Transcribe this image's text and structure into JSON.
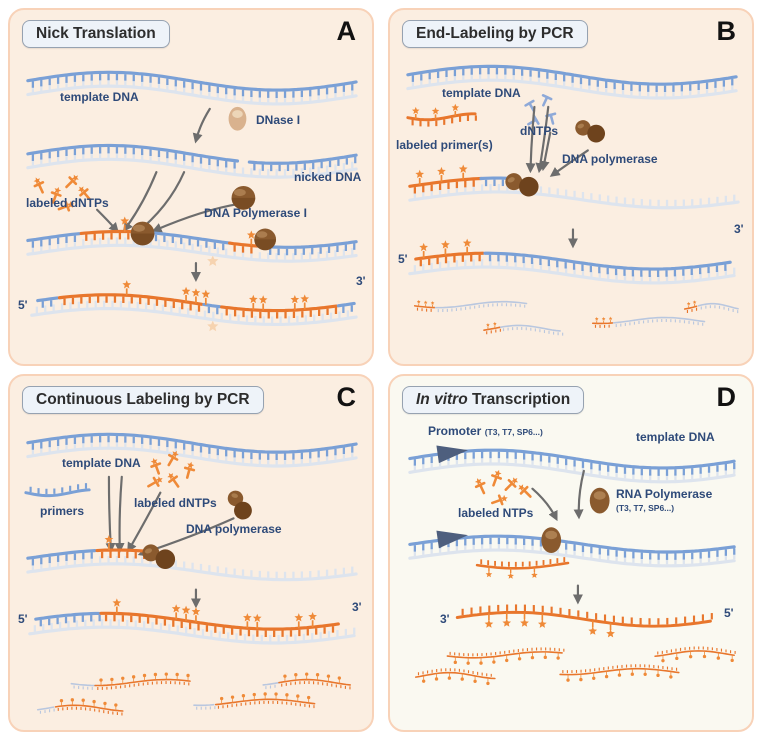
{
  "palette": {
    "strand_blue": "#7aa0d6",
    "strand_light": "#dde4ee",
    "fragment_blue": "#b9c7df",
    "label_orange": "#e8762c",
    "star_orange": "#ef8a38",
    "ghost_orange": "#f6d3b0",
    "dntp_blue": "#8ea9d8",
    "enzyme_brown": "#8a5a2e",
    "enzyme_brown_dark": "#6e431d",
    "enzyme_brown_light": "#b08455",
    "dnase_tan": "#d9b28e",
    "dnase_tan_light": "#eed9bd",
    "arrow_gray": "#6d6d6d",
    "promoter_slate": "#4e5f7e",
    "text_navy": "#2e4a79",
    "panel_bg": "#fbeee1",
    "panel_bg_d": "#faf9f1",
    "panel_border": "#f8d2b8",
    "title_bg": "#eef3f9",
    "title_border": "#96a2b1"
  },
  "icons": {
    "dnase-icon": {
      "shape": "egg-blob",
      "color": "#d9b28e"
    },
    "dna-polymerase-icon": {
      "shape": "round-blob",
      "color": "#8a5a2e"
    },
    "dna-polymerase-peanut-icon": {
      "shape": "peanut-blob",
      "color": "#8a5a2e"
    },
    "rna-polymerase-icon": {
      "shape": "egg-blob",
      "color": "#8a5a2e"
    },
    "labeled-dntp-icon": {
      "shape": "t-with-star",
      "color": "#ef8a38"
    },
    "dntp-icon": {
      "shape": "t",
      "color": "#8ea9d8"
    },
    "labeled-primer-icon": {
      "shape": "comb-with-stars",
      "color": "#e8762c"
    },
    "primer-icon": {
      "shape": "comb",
      "color": "#7aa0d6"
    },
    "promoter-icon": {
      "shape": "right-triangle",
      "color": "#4e5f7e"
    },
    "arrow-icon": {
      "shape": "curved-arrow",
      "color": "#6d6d6d"
    },
    "star-label-icon": {
      "shape": "5-point-star",
      "color": "#ef8a38"
    }
  },
  "panels": {
    "a": {
      "letter": "A",
      "title": "Nick Translation",
      "labels": {
        "template_dna": "template DNA",
        "dnase": "DNase I",
        "nicked_dna": "nicked DNA",
        "labeled_dntps": "labeled dNTPs",
        "polymerase": "DNA Polymerase I",
        "five_prime": "5'",
        "three_prime": "3'"
      }
    },
    "b": {
      "letter": "B",
      "title": "End-Labeling by PCR",
      "labels": {
        "template_dna": "template DNA",
        "labeled_primers": "labeled primer(s)",
        "dntps": "dNTPs",
        "polymerase": "DNA polymerase",
        "five_prime": "5'",
        "three_prime": "3'"
      }
    },
    "c": {
      "letter": "C",
      "title": "Continuous Labeling by PCR",
      "labels": {
        "template_dna": "template DNA",
        "primers": "primers",
        "labeled_dntps": "labeled dNTPs",
        "polymerase": "DNA polymerase",
        "five_prime": "5'",
        "three_prime": "3'"
      }
    },
    "d": {
      "letter": "D",
      "title_em": "In vitro",
      "title": " Transcription",
      "labels": {
        "promoter": "Promoter",
        "promoter_sub": "(T3, T7, SP6...)",
        "template_dna": "template DNA",
        "labeled_ntps": "labeled NTPs",
        "rna_polymerase": "RNA Polymerase",
        "rna_polymerase_sub": "(T3, T7, SP6...)",
        "three_prime": "3'",
        "five_prime": "5'"
      }
    }
  }
}
